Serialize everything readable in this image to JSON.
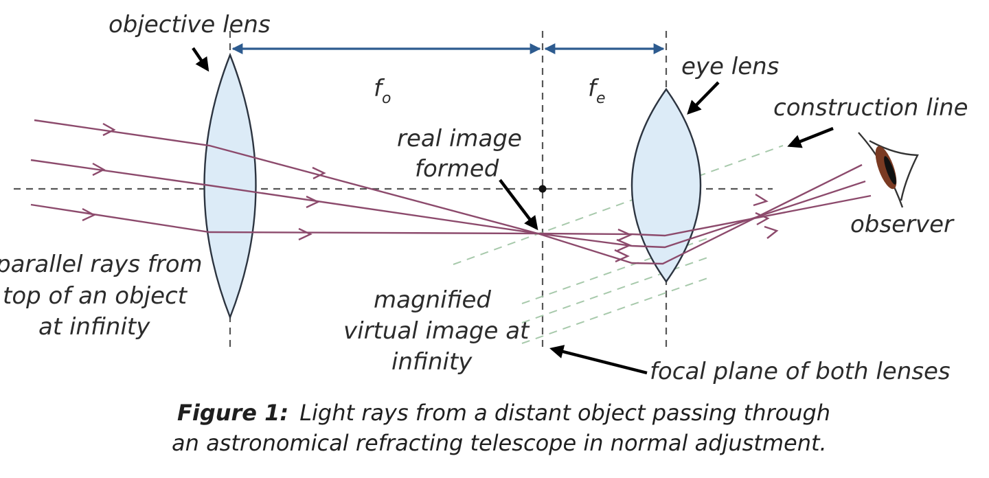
{
  "labels": {
    "objective_lens": "objective lens",
    "eye_lens": "eye lens",
    "construction_line": "construction line",
    "observer": "observer",
    "fo_main": "f",
    "fo_sub": "o",
    "fe_main": "f",
    "fe_sub": "e",
    "real_image_line1": "real image",
    "real_image_line2": "formed",
    "parallel_line1": "parallel rays from",
    "parallel_line2": "top of an object",
    "parallel_line3": "at infinity",
    "magnified_line1": "magnified",
    "magnified_line2": "virtual image at",
    "magnified_line3": "infinity",
    "focal_plane": "focal plane of both lenses"
  },
  "caption": {
    "bold": "Figure 1:",
    "line1_rest": "Light rays from a distant object passing through",
    "line2": "an astronomical refracting telescope in normal adjustment."
  },
  "colors": {
    "ray": "#8c4a6c",
    "lens_fill": "#dcebf7",
    "dimension_arrow": "#2d5b8f",
    "construction_line": "#a7c9ab",
    "axis": "#555555"
  }
}
